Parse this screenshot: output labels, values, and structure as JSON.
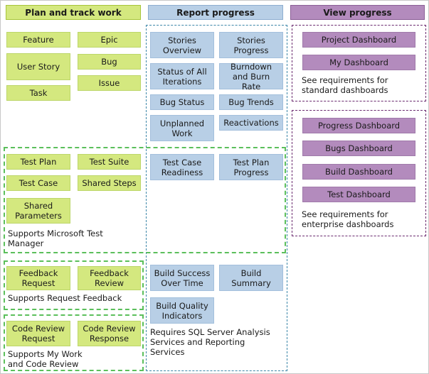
{
  "columns": {
    "plan": "Plan and track work",
    "report": "Report progress",
    "view": "View progress"
  },
  "plan": {
    "workitems": {
      "feature": "Feature",
      "epic": "Epic",
      "user_story": "User Story",
      "bug": "Bug",
      "issue": "Issue",
      "task": "Task"
    },
    "test": {
      "test_plan": "Test Plan",
      "test_suite": "Test Suite",
      "test_case": "Test Case",
      "shared_steps": "Shared Steps",
      "shared_parameters": "Shared Parameters",
      "note": "Supports Microsoft Test Manager"
    },
    "feedback": {
      "feedback_request": "Feedback Request",
      "feedback_review": "Feedback Review",
      "note": "Supports Request Feedback"
    },
    "code_review": {
      "code_review_request": "Code Review Request",
      "code_review_response": "Code Review Response",
      "note": "Supports My Work and Code Review"
    }
  },
  "report": {
    "stories_overview": "Stories Overview",
    "stories_progress": "Stories Progress",
    "status_all_iterations": "Status of All Iterations",
    "burndown": "Burndown and Burn Rate",
    "bug_status": "Bug Status",
    "bug_trends": "Bug Trends",
    "unplanned_work": "Unplanned Work",
    "reactivations": "Reactivations",
    "test_case_readiness": "Test Case Readiness",
    "test_plan_progress": "Test Plan Progress",
    "build_success": "Build Success Over Time",
    "build_summary": "Build Summary",
    "build_quality": "Build Quality Indicators",
    "note": "Requires SQL Server Analysis Services and Reporting Services"
  },
  "view": {
    "standard": {
      "project_dashboard": "Project Dashboard",
      "my_dashboard": "My Dashboard",
      "note": "See requirements for standard dashboards"
    },
    "enterprise": {
      "progress_dashboard": "Progress Dashboard",
      "bugs_dashboard": "Bugs Dashboard",
      "build_dashboard": "Build Dashboard",
      "test_dashboard": "Test Dashboard",
      "note": "See requirements for enterprise dashboards"
    }
  },
  "colors": {
    "green_fill": "#d4e87f",
    "blue_fill": "#b8cfe6",
    "purple_fill": "#b38bbd",
    "green_dash": "#5bbf5b",
    "blue_dash": "#3c86a8",
    "purple_dash": "#6a2a6f"
  }
}
